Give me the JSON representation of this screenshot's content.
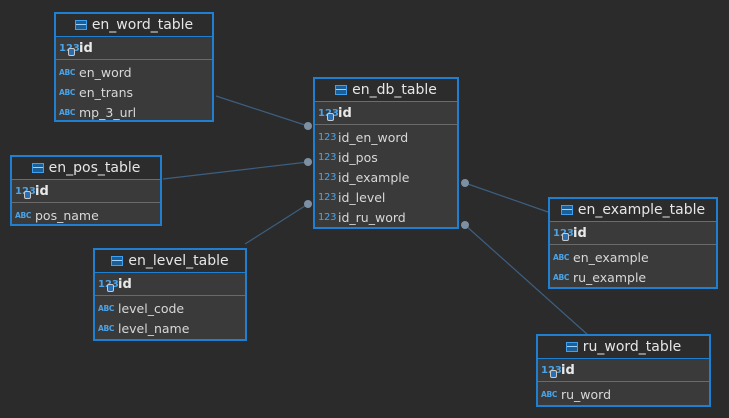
{
  "tables": [
    {
      "key": "en_word",
      "name": "en_word_table",
      "pk": "id",
      "columns": [
        {
          "type": "text",
          "name": "en_word"
        },
        {
          "type": "text",
          "name": "en_trans"
        },
        {
          "type": "text",
          "name": "mp_3_url"
        }
      ]
    },
    {
      "key": "en_pos",
      "name": "en_pos_table",
      "pk": "id",
      "columns": [
        {
          "type": "text",
          "name": "pos_name"
        }
      ]
    },
    {
      "key": "en_level",
      "name": "en_level_table",
      "pk": "id",
      "columns": [
        {
          "type": "text",
          "name": "level_code"
        },
        {
          "type": "text",
          "name": "level_name"
        }
      ]
    },
    {
      "key": "en_db",
      "name": "en_db_table",
      "pk": "id",
      "columns": [
        {
          "type": "number",
          "name": "id_en_word"
        },
        {
          "type": "number",
          "name": "id_pos"
        },
        {
          "type": "number",
          "name": "id_example"
        },
        {
          "type": "number",
          "name": "id_level"
        },
        {
          "type": "number",
          "name": "id_ru_word"
        }
      ]
    },
    {
      "key": "en_example",
      "name": "en_example_table",
      "pk": "id",
      "columns": [
        {
          "type": "text",
          "name": "en_example"
        },
        {
          "type": "text",
          "name": "ru_example"
        }
      ]
    },
    {
      "key": "ru_word",
      "name": "ru_word_table",
      "pk": "id",
      "columns": [
        {
          "type": "text",
          "name": "ru_word"
        }
      ]
    }
  ],
  "type_icons": {
    "number": "123",
    "text": "ABC"
  },
  "relations": [
    {
      "from": "en_db",
      "to": "en_word"
    },
    {
      "from": "en_db",
      "to": "en_pos"
    },
    {
      "from": "en_db",
      "to": "en_level"
    },
    {
      "from": "en_db",
      "to": "en_example"
    },
    {
      "from": "en_db",
      "to": "ru_word"
    }
  ],
  "colors": {
    "border": "#1f7fd0",
    "link": "#3d5f80",
    "background": "#2b2b2b"
  }
}
